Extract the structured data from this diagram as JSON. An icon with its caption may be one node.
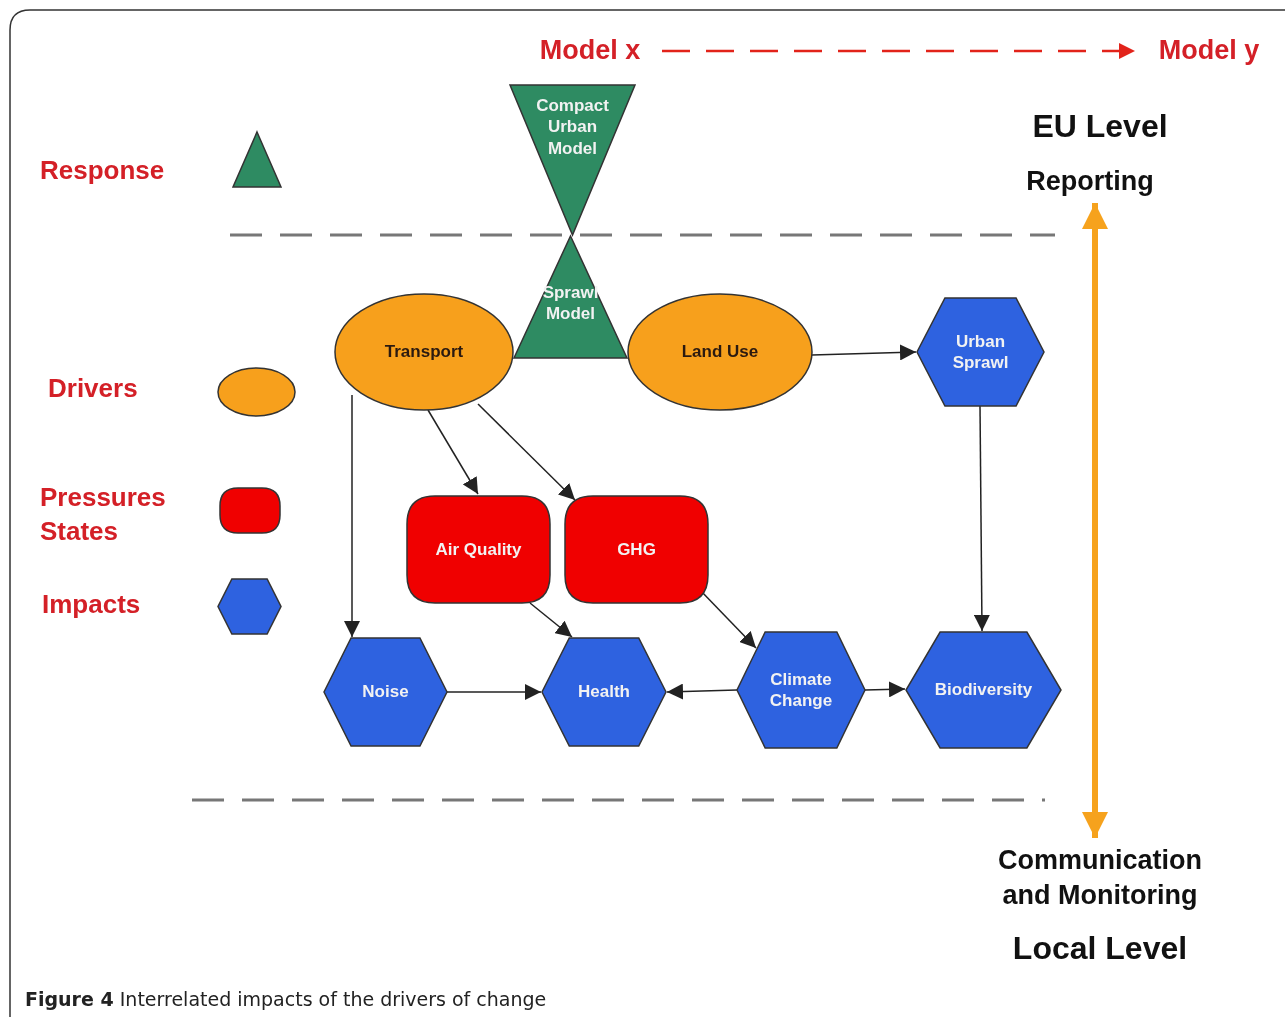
{
  "diagram": {
    "caption": "**Figure 4** Interrelated impacts of the drivers of change",
    "nodes": [
      {
        "text": [
          "Model x"
        ]
      },
      {
        "text": [
          "Model y"
        ]
      },
      {
        "text": [
          "Compact Urban Model"
        ]
      },
      {
        "text": [
          "Sprawl Model"
        ]
      },
      {
        "text": [
          "Transport"
        ]
      },
      {
        "text": [
          "Land Use"
        ]
      },
      {
        "text": [
          "Urban Sprawl"
        ]
      },
      {
        "text": [
          "Air Quality"
        ]
      },
      {
        "text": [
          "GHG"
        ]
      },
      {
        "text": [
          "Noise"
        ]
      },
      {
        "text": [
          "Health"
        ]
      },
      {
        "text": [
          "Climate Change"
        ]
      },
      {
        "text": [
          "Biodiversity"
        ]
      },
      {
        "text": [
          "Reporting"
        ]
      },
      {
        "text": [
          "Communication and Monitoring"
        ]
      }
    ],
    "edges": [
      {
        "from": 0,
        "to": 1,
        "arrow": "to",
        "style": "dashed",
        "color": "#e2231a"
      },
      {
        "from": 5,
        "to": 6,
        "arrow": "to"
      },
      {
        "from": 6,
        "to": 12,
        "arrow": "to"
      },
      {
        "from": 4,
        "to": 9,
        "arrow": "to"
      },
      {
        "from": 4,
        "to": 7,
        "arrow": "to"
      },
      {
        "from": 4,
        "to": 8,
        "arrow": "to"
      },
      {
        "from": 7,
        "to": 10,
        "arrow": "to"
      },
      {
        "from": 8,
        "to": 11,
        "arrow": "to"
      },
      {
        "from": 9,
        "to": 10,
        "arrow": "to"
      },
      {
        "from": 11,
        "to": 10,
        "arrow": "to"
      },
      {
        "from": 11,
        "to": 12,
        "arrow": "to"
      },
      {
        "from": 13,
        "to": 14,
        "arrow": "both",
        "style": "thick",
        "color": "#f6a21d"
      }
    ],
    "labels": [
      "EU Level",
      "Local Level"
    ],
    "legend": [
      {
        "text": "Response"
      },
      {
        "text": "Drivers"
      },
      {
        "text": "Pressures States"
      },
      {
        "text": "Impacts"
      }
    ]
  }
}
